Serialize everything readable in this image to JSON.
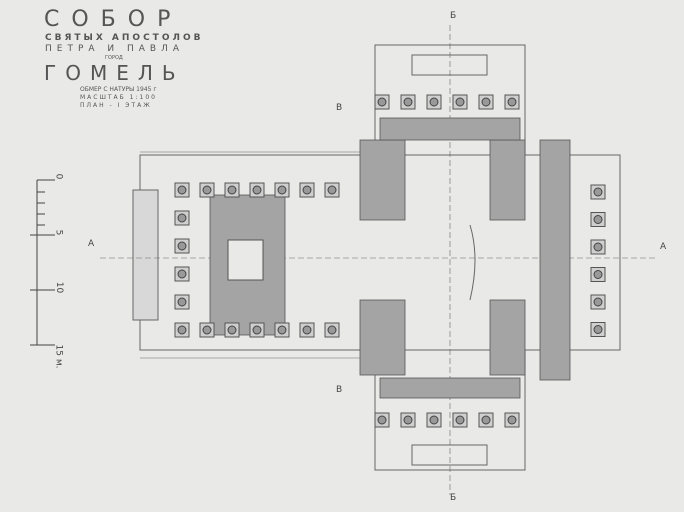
{
  "title": {
    "line1": "СОБОР",
    "line2": "СВЯТЫХ АПОСТОЛОВ",
    "line3": "ПЕТРА И ПАВЛА",
    "city_label": "ГОРОД",
    "city": "ГОМЕЛЬ",
    "survey": "ОБМЕР С НАТУРЫ 1945 г",
    "scale": "МАСШТАБ 1:100",
    "sheet": "ПЛАН - I ЭТАЖ"
  },
  "scale_bar": {
    "ticks": [
      "0",
      "5",
      "10",
      "15 м."
    ]
  },
  "section_marks": {
    "a": "А",
    "b": "Б",
    "v": "В"
  },
  "colors": {
    "paper": "#e9e9e8",
    "wall": "#9a9a9a",
    "line": "#555555"
  }
}
